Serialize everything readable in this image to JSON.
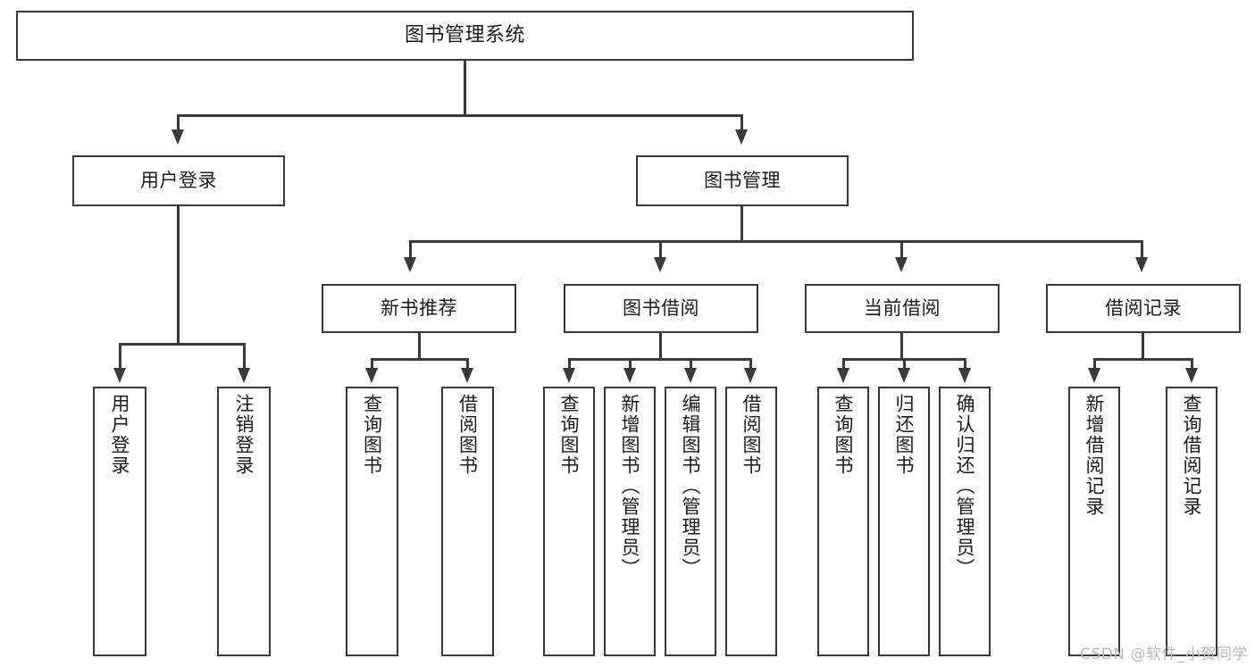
{
  "diagram": {
    "title": "图书管理系统",
    "type": "tree",
    "watermark": "CSDN @软件_小贺同学",
    "colors": {
      "background": "#ffffff",
      "border": "#3a3a3a",
      "text": "#1b1b1b",
      "watermark": "#b9b9b9"
    },
    "levels": {
      "root": {
        "label": "图书管理系统"
      },
      "level2": [
        {
          "label": "用户登录"
        },
        {
          "label": "图书管理"
        }
      ],
      "level3": [
        {
          "label": "新书推荐"
        },
        {
          "label": "图书借阅"
        },
        {
          "label": "当前借阅"
        },
        {
          "label": "借阅记录"
        }
      ],
      "leaves": {
        "user_login": [
          {
            "label": "用户登录"
          },
          {
            "label": "注销登录"
          }
        ],
        "new_book": [
          {
            "label": "查询图书"
          },
          {
            "label": "借阅图书"
          }
        ],
        "book_borrow": [
          {
            "label": "查询图书"
          },
          {
            "label": "新增图书（管理员）"
          },
          {
            "label": "编辑图书（管理员）"
          },
          {
            "label": "借阅图书"
          }
        ],
        "current_borrow": [
          {
            "label": "查询图书"
          },
          {
            "label": "归还图书"
          },
          {
            "label": "确认归还（管理员）"
          }
        ],
        "borrow_record": [
          {
            "label": "新增借阅记录"
          },
          {
            "label": "查询借阅记录"
          }
        ]
      }
    }
  }
}
